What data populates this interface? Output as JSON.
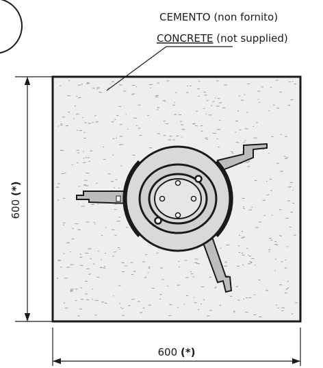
{
  "labels": {
    "material_it": "CEMENTO (non fornito)",
    "material_en_underlined": "CONCRETE",
    "material_en_rest": " (not supplied)"
  },
  "dimensions": {
    "width": {
      "value": "600",
      "note": "(*)"
    },
    "height": {
      "value": "600",
      "note": "(*)"
    }
  },
  "colors": {
    "line": "#1a1a1a",
    "concrete_fill": "#eeeeee",
    "speckle": "#9a9a9a",
    "body_fill": "#d9d9d9",
    "arm_fill": "#bdbdbd"
  }
}
